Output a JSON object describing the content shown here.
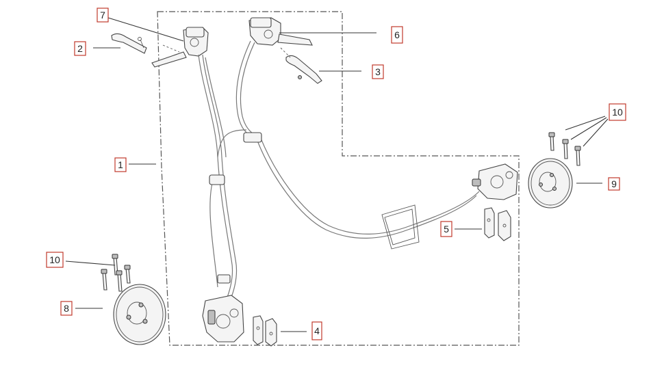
{
  "callouts": {
    "c1": "1",
    "c2": "2",
    "c3": "3",
    "c4": "4",
    "c5": "5",
    "c6": "6",
    "c7": "7",
    "c8": "8",
    "c9": "9",
    "c10_left": "10",
    "c10_right": "10"
  },
  "colors": {
    "callout_border": "#c0392b",
    "line": "#333333",
    "background": "#ffffff"
  }
}
